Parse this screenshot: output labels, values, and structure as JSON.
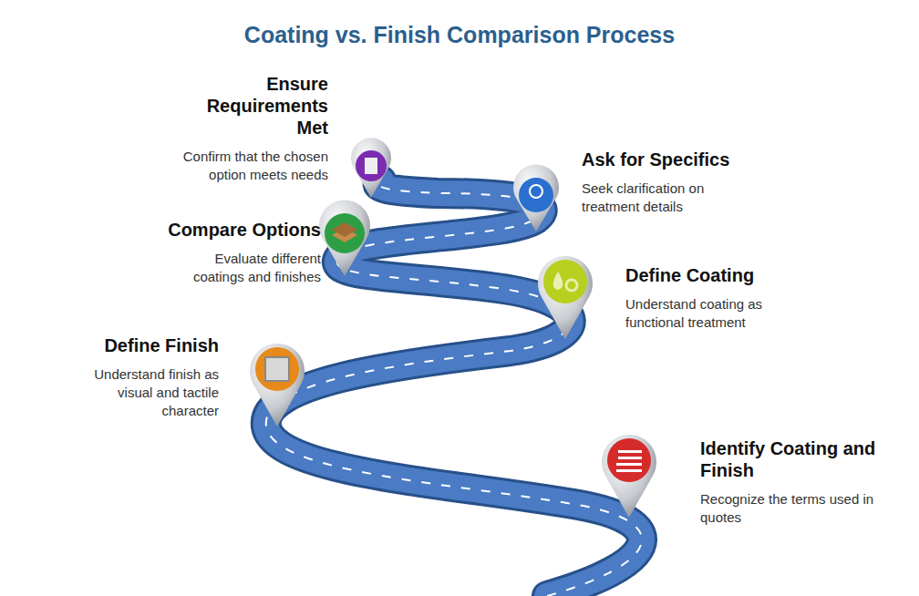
{
  "diagram": {
    "title": "Coating vs. Finish Comparison Process",
    "nodes": [
      {
        "text": [
          "Identify Coating and Finish",
          "Recognize the terms used in quotes"
        ]
      },
      {
        "text": [
          "Define Finish",
          "Understand finish as visual and tactile character"
        ]
      },
      {
        "text": [
          "Define Coating",
          "Understand coating as functional treatment"
        ]
      },
      {
        "text": [
          "Compare Options",
          "Evaluate different coatings and finishes"
        ]
      },
      {
        "text": [
          "Ask for Specifics",
          "Seek clarification on treatment details"
        ]
      },
      {
        "text": [
          "Ensure Requirements Met",
          "Confirm that the chosen option meets needs"
        ]
      }
    ]
  }
}
